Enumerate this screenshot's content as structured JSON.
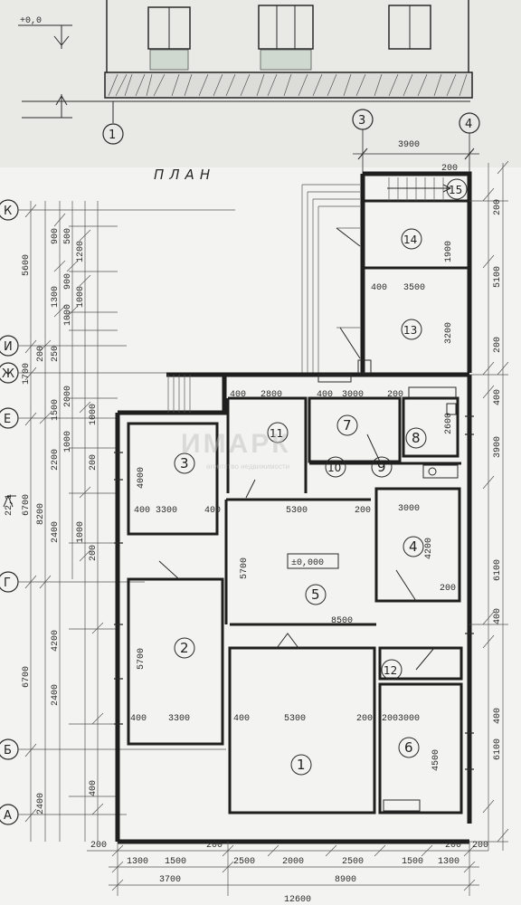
{
  "title": "ПЛАН",
  "elevation_mark": "±0,000",
  "watermark": {
    "brand": "ИМАРК",
    "sub": "агентство недвижимости"
  },
  "axes": {
    "top": [
      "1",
      "3",
      "4"
    ],
    "left": [
      "К",
      "И",
      "Ж",
      "Е",
      "Г",
      "Б",
      "А"
    ]
  },
  "rooms": [
    "1",
    "2",
    "3",
    "4",
    "5",
    "6",
    "7",
    "8",
    "9",
    "10",
    "11",
    "12",
    "13",
    "14",
    "15"
  ],
  "dims": {
    "top_3_4": "3900",
    "r15_stair": "200",
    "r14": "1900",
    "r13_w": "3500",
    "r13_h": "3200",
    "r13_l": "400",
    "r7_w": "3000",
    "r7_l": "400",
    "r11_w": "2800",
    "r11_l": "400",
    "r8_l": "200",
    "r8_w": "2600",
    "r3_w": "3300",
    "r3_h": "4000",
    "r3_a": "400",
    "r3_b": "400",
    "r5_w": "5300",
    "r5_a": "200",
    "r5_h": "5700",
    "r5_b": "8500",
    "r4_w": "3000",
    "r4_h": "4200",
    "r4_a": "200",
    "r2_h": "5700",
    "r2_w": "3300",
    "r2_a": "400",
    "r1_w": "5300",
    "r1_a": "400",
    "r1_b": "200",
    "r6_w": "3000",
    "r6_h": "4500",
    "r6_a": "200",
    "right_1": "200",
    "right_2": "5100",
    "right_3": "200",
    "right_4": "400",
    "right_5": "3900",
    "right_6": "6100",
    "right_7": "400",
    "right_8": "6100",
    "right_9": "400",
    "left_1": "5600",
    "left_2": "1700",
    "left_3": "6700",
    "left_4": "6700",
    "left_5": "8200",
    "left_6": "2400",
    "left_7": "200",
    "left_8": "200",
    "left_9": "2400",
    "left_10": "400",
    "left_11": "1500",
    "left_12": "2200",
    "left_13": "2400",
    "left_14": "1000",
    "left_15": "1200",
    "left_16": "1000",
    "left_17": "4200",
    "left_18": "1000",
    "left_19": "900",
    "left_20": "1300",
    "left_21": "500",
    "left_22": "900",
    "left_23": "1000",
    "left_24": "250",
    "left_25": "2000",
    "left_26": "1000",
    "left_27": "200",
    "bottom_1": "200",
    "bottom_2": "1300",
    "bottom_3": "1500",
    "bottom_4": "200",
    "bottom_5": "2500",
    "bottom_6": "2000",
    "bottom_7": "2500",
    "bottom_8": "1500",
    "bottom_9": "1300",
    "bottom_10": "200",
    "bottom_11": "200",
    "total_1": "3700",
    "total_2": "8900",
    "total_3": "12600",
    "side_22": "22,1",
    "elev_top": "+0,0"
  }
}
